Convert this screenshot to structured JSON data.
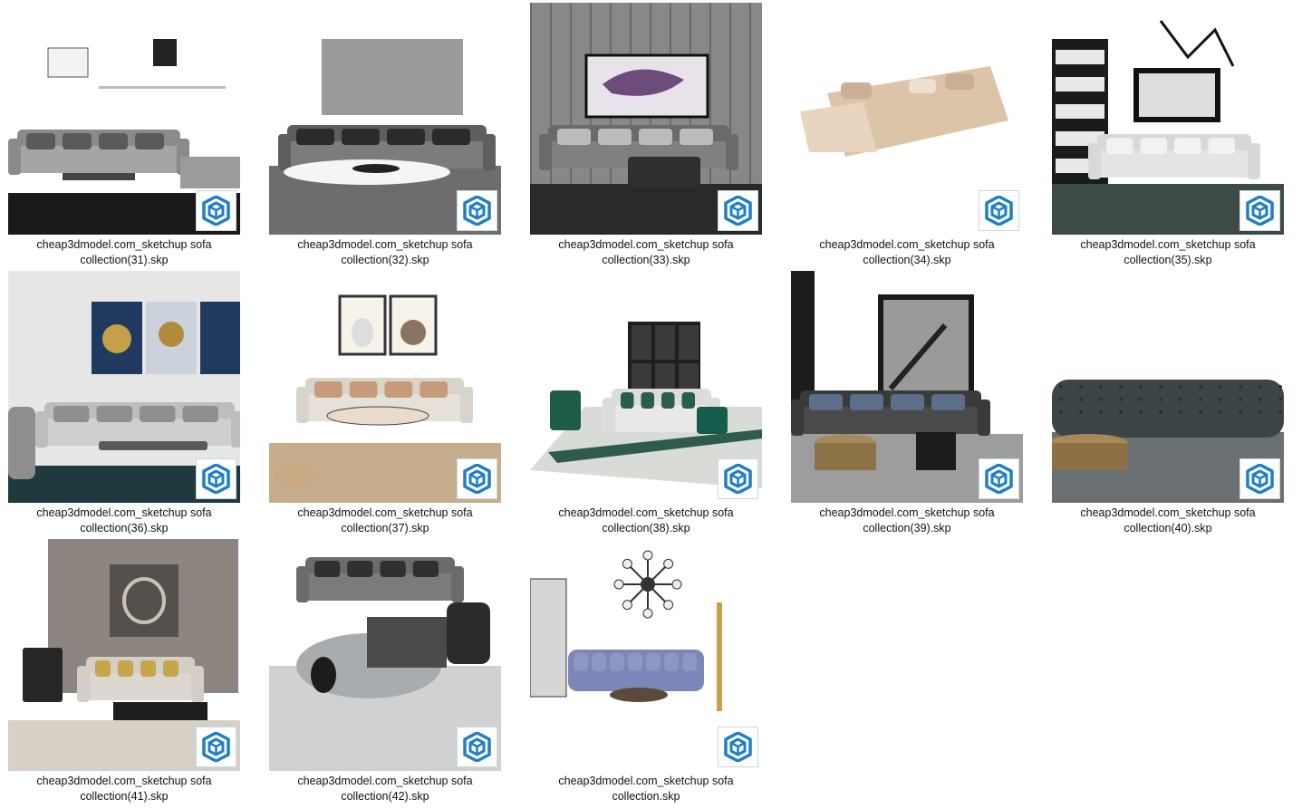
{
  "accent_color": "#1f7fc4",
  "badge_icon": "sketchup-icon",
  "files": [
    {
      "line1": "cheap3dmodel.com_sketchup sofa",
      "line2": "collection(31).skp",
      "theme": "light"
    },
    {
      "line1": "cheap3dmodel.com_sketchup sofa",
      "line2": "collection(32).skp",
      "theme": "grey"
    },
    {
      "line1": "cheap3dmodel.com_sketchup sofa",
      "line2": "collection(33).skp",
      "theme": "dark"
    },
    {
      "line1": "cheap3dmodel.com_sketchup sofa",
      "line2": "collection(34).skp",
      "theme": "beige"
    },
    {
      "line1": "cheap3dmodel.com_sketchup sofa",
      "line2": "collection(35).skp",
      "theme": "shelf"
    },
    {
      "line1": "cheap3dmodel.com_sketchup sofa",
      "line2": "collection(36).skp",
      "theme": "art"
    },
    {
      "line1": "cheap3dmodel.com_sketchup sofa",
      "line2": "collection(37).skp",
      "theme": "kids"
    },
    {
      "line1": "cheap3dmodel.com_sketchup sofa",
      "line2": "collection(38).skp",
      "theme": "green"
    },
    {
      "line1": "cheap3dmodel.com_sketchup sofa",
      "line2": "collection(39).skp",
      "theme": "bronze"
    },
    {
      "line1": "cheap3dmodel.com_sketchup sofa",
      "line2": "collection(40).skp",
      "theme": "tufted"
    },
    {
      "line1": "cheap3dmodel.com_sketchup sofa",
      "line2": "collection(41).skp",
      "theme": "chinese"
    },
    {
      "line1": "cheap3dmodel.com_sketchup sofa",
      "line2": "collection(42).skp",
      "theme": "lounge"
    },
    {
      "line1": "cheap3dmodel.com_sketchup sofa",
      "line2": "collection.skp",
      "theme": "blue"
    }
  ]
}
